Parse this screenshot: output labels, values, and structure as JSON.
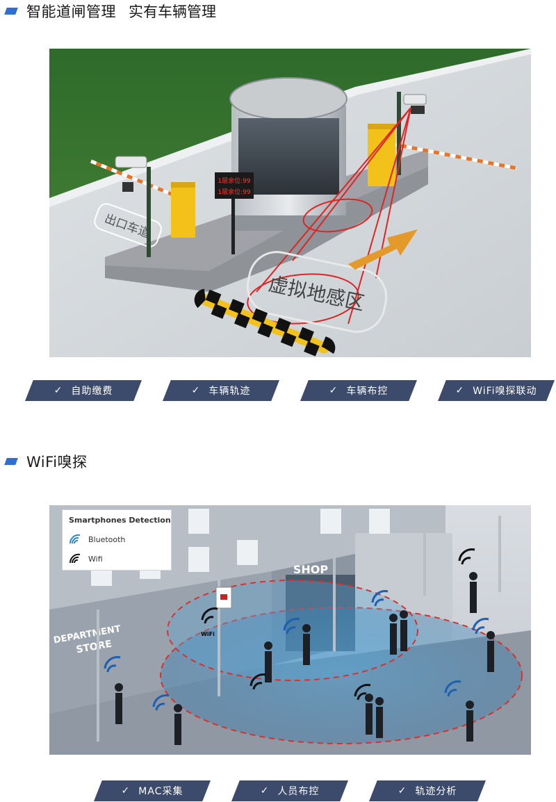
{
  "section1": {
    "title": "智能道闸管理",
    "subtitle": "实有车辆管理",
    "scene": {
      "ground_text": "虚拟地感区",
      "led_line1": "1层余位:99",
      "led_line2": "1层余位:99",
      "left_ground_text": "出口车道"
    },
    "tags": [
      "自助缴费",
      "车辆轨迹",
      "车辆布控",
      "WiFi嗅探联动"
    ]
  },
  "section2": {
    "title": "WiFi嗅探",
    "scene": {
      "legend_title": "Smartphones Detection",
      "legend_bluetooth": "Bluetooth",
      "legend_wifi": "Wifi",
      "shop_sign": "SHOP",
      "dept_sign_line1": "DEPARTMENT",
      "dept_sign_line2": "STORE",
      "wifi_badge": "WiFi"
    },
    "tags": [
      "MAC采集",
      "人员布控",
      "轨迹分析"
    ]
  },
  "colors": {
    "accent": "#2f6fd1",
    "tag_bg": "#3c4a6b",
    "grass": "#3f7b33",
    "barrier_yellow": "#f2c21b",
    "detection_red": "#e02424"
  },
  "icons": {
    "check": "✓"
  }
}
